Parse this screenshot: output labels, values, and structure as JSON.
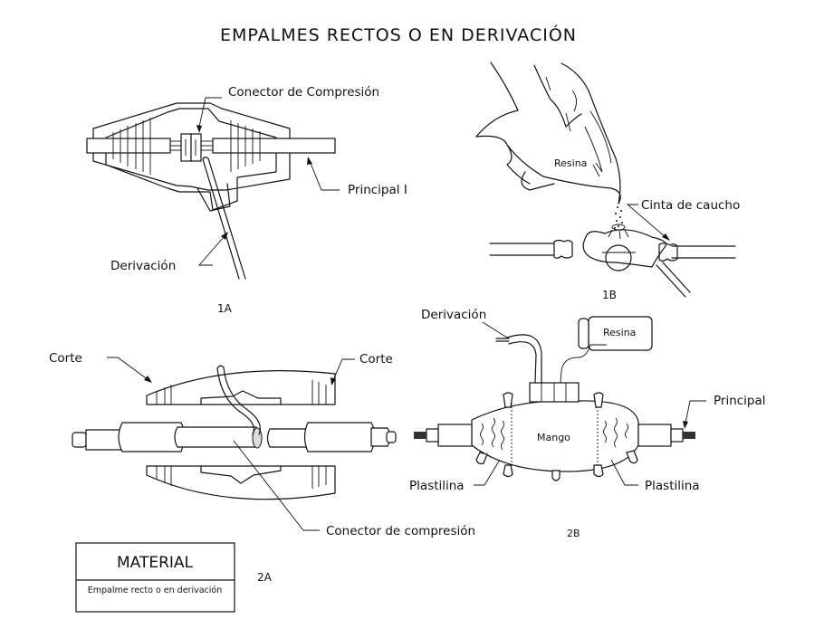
{
  "title": "EMPALMES RECTOS O EN DERIVACIÓN",
  "figures": {
    "fig_1a": {
      "caption": "1A",
      "labels": {
        "connector": "Conector de Compresión",
        "main": "Principal I",
        "branch": "Derivación"
      }
    },
    "fig_1b": {
      "caption": "1B",
      "labels": {
        "resin": "Resina",
        "tape": "Cinta de caucho"
      }
    },
    "fig_2a": {
      "caption": "2A",
      "labels": {
        "cut_left": "Corte",
        "cut_right": "Corte",
        "connector": "Conector de compresión"
      }
    },
    "fig_2b": {
      "caption": "2B",
      "labels": {
        "branch": "Derivación",
        "resin": "Resina",
        "main": "Principal",
        "sleeve": "Mango",
        "putty_left": "Plastilina",
        "putty_right": "Plastilina"
      }
    }
  },
  "material_box": {
    "header": "MATERIAL",
    "description": "Empalme recto o en derivación"
  }
}
